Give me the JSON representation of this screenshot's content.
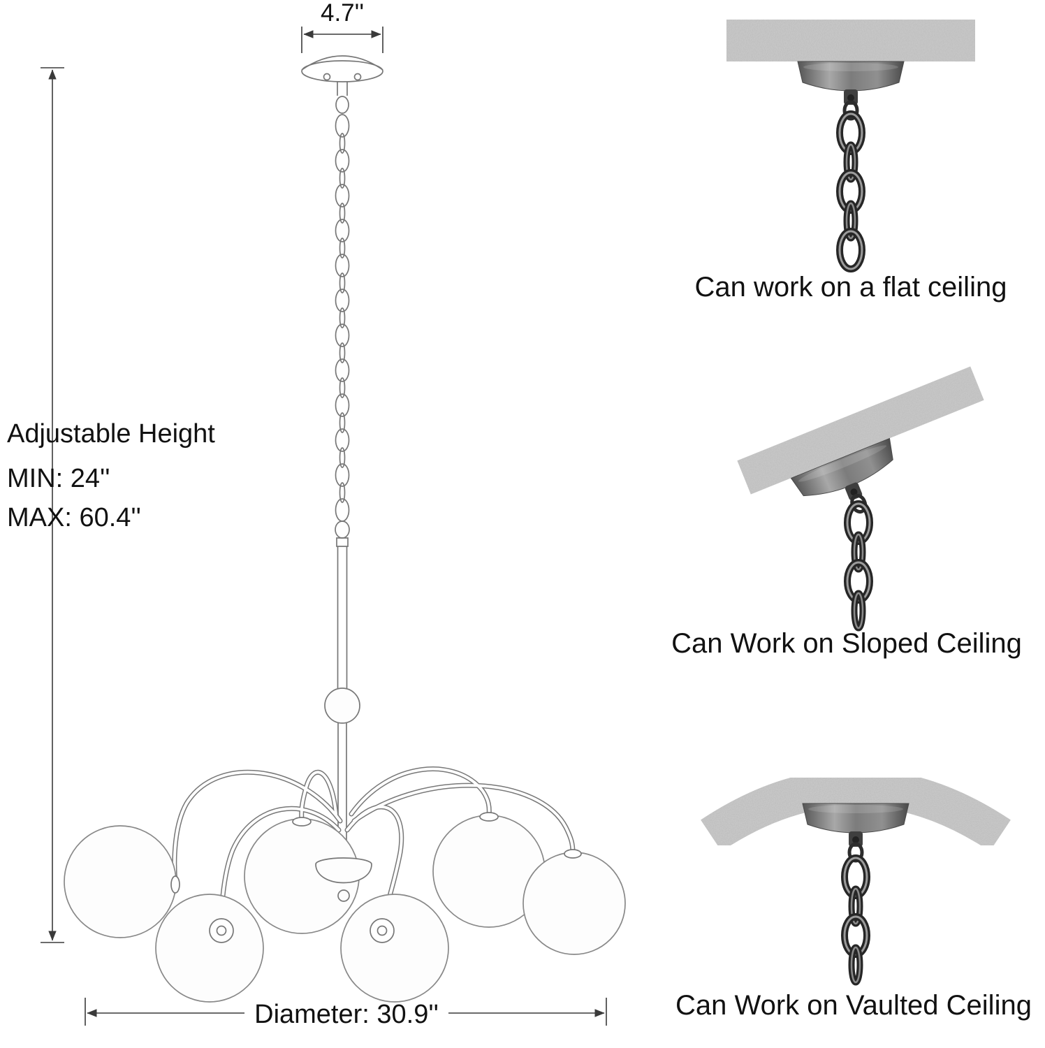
{
  "product_diagram": {
    "canopy_width": "4.7''",
    "adjustable_height_title": "Adjustable Height",
    "min_height": "MIN:  24''",
    "max_height": "MAX: 60.4''",
    "diameter": "Diameter: 30.9''"
  },
  "mounting_options": [
    {
      "caption": "Can work on a flat ceiling"
    },
    {
      "caption": "Can Work on Sloped Ceiling"
    },
    {
      "caption": "Can Work on Vaulted Ceiling"
    }
  ],
  "colors": {
    "background": "#ffffff",
    "line_art": "#777777",
    "dimension_line": "#3a3a3a",
    "text": "#111111",
    "ceiling_texture": "#cbcbcb",
    "metal_dark": "#3f3f3f"
  }
}
